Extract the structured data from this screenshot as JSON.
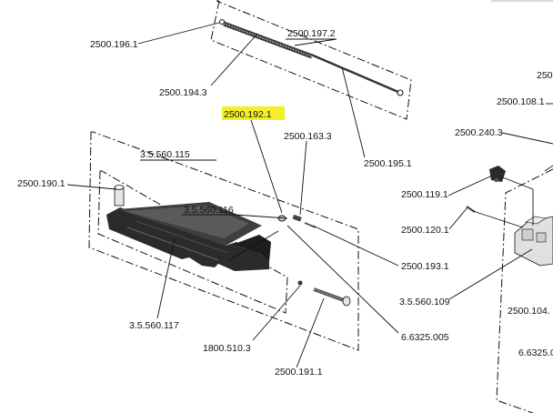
{
  "callouts": {
    "p2500_196_1": "2500.196.1",
    "p2500_197_2": "2500.197.2",
    "p2500_194_3": "2500.194.3",
    "p2500_195_1": "2500.195.1",
    "p2500_192_1": "2500.192.1",
    "p2500_163_3": "2500.163.3",
    "p3_5_560_115": "3.5.560.115",
    "p2500_190_1": "2500.190.1",
    "p3_5_560_116": "3.5.560.116",
    "p3_5_560_117": "3.5.560.117",
    "p2500_193_1": "2500.193.1",
    "p6_6325_005": "6.6325.005",
    "p1800_510_3": "1800.510.3",
    "p2500_191_1": "2500.191.1",
    "p2500_108_1": "2500.108.1",
    "p2500_240_3": "2500.240.3",
    "p2500_119_1": "2500.119.1",
    "p2500_120_1": "2500.120.1",
    "p3_5_560_109": "3.5.560.109",
    "p2500_104_partial": "2500.104.",
    "p6_6325_partial": "6.6325.0",
    "p_top_right_partial": "2500"
  },
  "colors": {
    "highlight": "#f5ee2a",
    "line": "#111111",
    "part_dark": "#2b2b2b",
    "part_light": "#e6e6e6"
  }
}
